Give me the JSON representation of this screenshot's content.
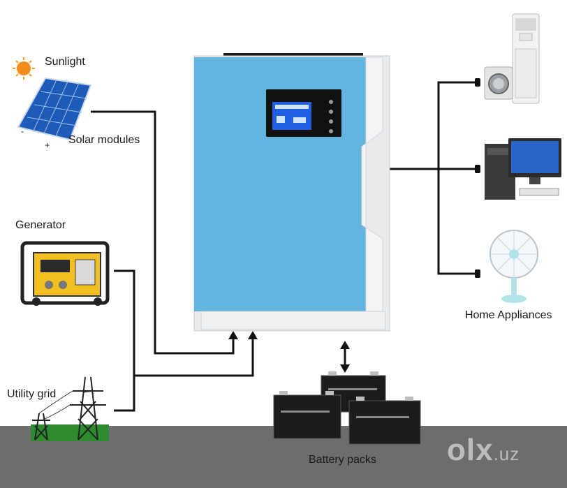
{
  "labels": {
    "sunlight": "Sunlight",
    "solar": "Solar modules",
    "generator": "Generator",
    "grid": "Utility grid",
    "appliances": "Home Appliances",
    "battery": "Battery packs"
  },
  "watermark": {
    "brand": "olx",
    "suffix": ".uz"
  },
  "colors": {
    "inverter_body": "#64b4e0",
    "lines": "#111111",
    "ground": "#6d6d6d",
    "screen": "#1f5fe0"
  }
}
